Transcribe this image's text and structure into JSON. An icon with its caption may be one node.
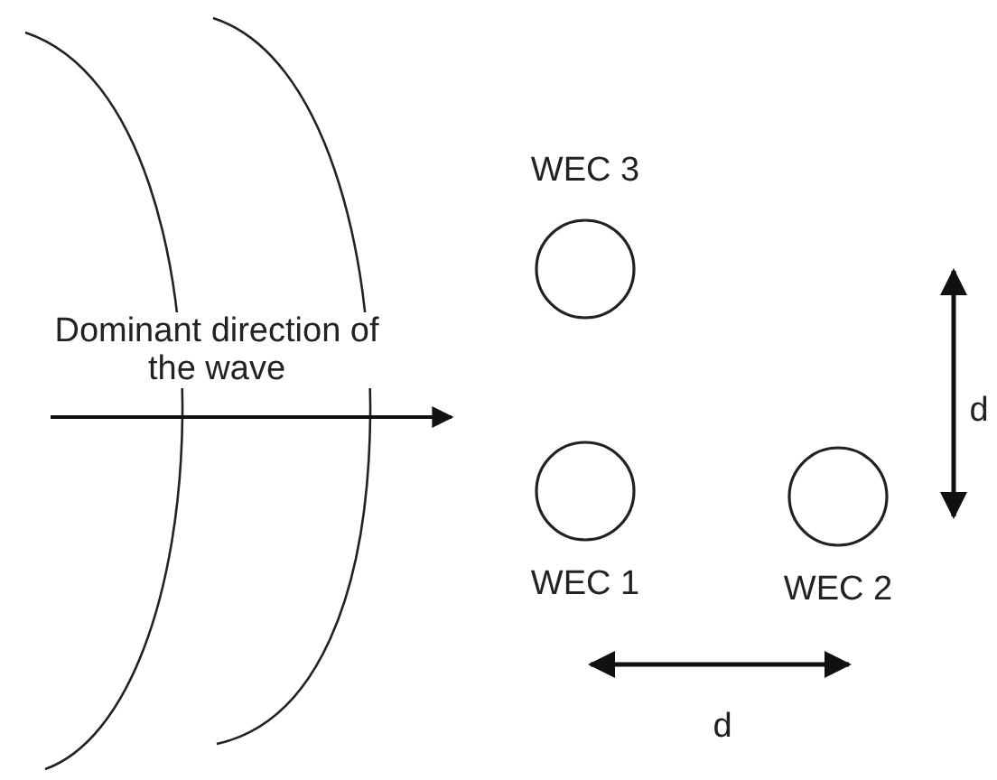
{
  "diagram": {
    "nodes": [
      {
        "text": [
          "WEC 3"
        ]
      },
      {
        "text": [
          "WEC 1"
        ]
      },
      {
        "text": [
          "WEC 2"
        ]
      }
    ],
    "edges": [],
    "labels": [
      "Dominant direction of the wave",
      "d",
      "d"
    ]
  }
}
